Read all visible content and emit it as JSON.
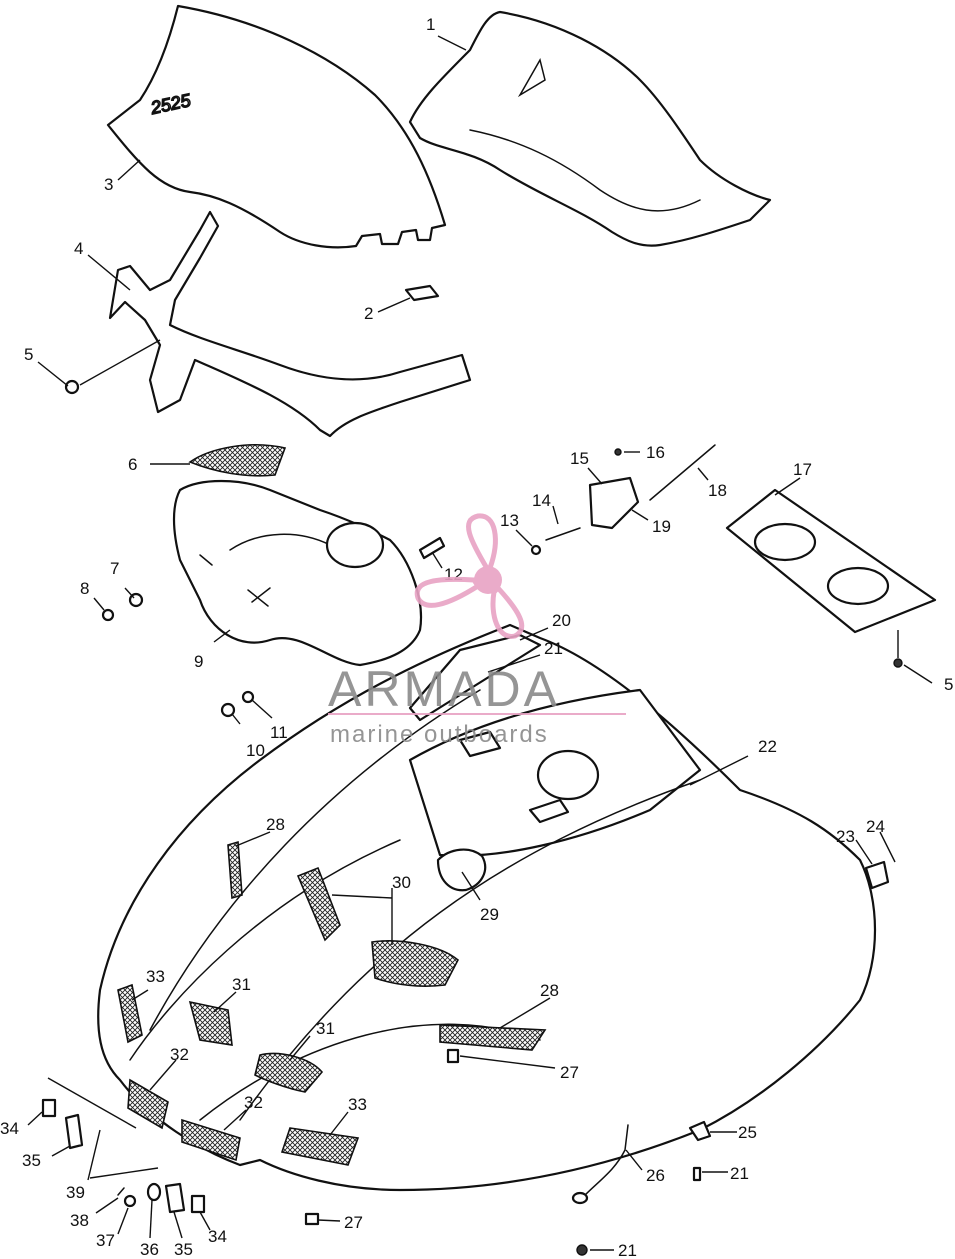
{
  "watermark": {
    "title": "ARMADA",
    "subtitle": "marine outboards",
    "title_color": "#8a8a8a",
    "accent_color": "#e8a3c4"
  },
  "callouts": {
    "c1": "1",
    "c2": "2",
    "c3": "3",
    "c4": "4",
    "c5a": "5",
    "c5b": "5",
    "c6": "6",
    "c7": "7",
    "c8": "8",
    "c9": "9",
    "c10": "10",
    "c11": "11",
    "c12": "12",
    "c13": "13",
    "c14": "14",
    "c15": "15",
    "c16": "16",
    "c17": "17",
    "c18": "18",
    "c19": "19",
    "c20": "20",
    "c21a": "21",
    "c21b": "21",
    "c21c": "21",
    "c22": "22",
    "c23": "23",
    "c24": "24",
    "c25": "25",
    "c26": "26",
    "c27a": "27",
    "c27b": "27",
    "c28a": "28",
    "c28b": "28",
    "c29": "29",
    "c30": "30",
    "c31a": "31",
    "c31b": "31",
    "c32a": "32",
    "c32b": "32",
    "c33a": "33",
    "c33b": "33",
    "c34a": "34",
    "c34b": "34",
    "c35a": "35",
    "c35b": "35",
    "c36": "36",
    "c37": "37",
    "c38": "38",
    "c39": "39"
  },
  "windshield_marking": "2525"
}
